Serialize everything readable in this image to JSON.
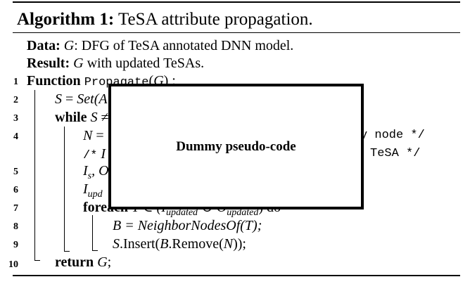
{
  "algorithm": {
    "label": "Algorithm 1:",
    "title": "TeSA attribute propagation.",
    "data_keyword": "Data:",
    "data_var": "G",
    "data_text": ": DFG of TeSA annotated DNN model.",
    "result_keyword": "Result:",
    "result_var": "G",
    "result_text": " with updated TeSAs.",
    "lines": [
      {
        "num": "1",
        "kw": "Function",
        "code": "Propagate",
        "paren_open": "(",
        "var": "G",
        "rest": ") :"
      },
      {
        "num": "2",
        "var": "S",
        "eq": " = ",
        "fn": "Set(A"
      },
      {
        "num": "3",
        "kw": "while",
        "var": " S ",
        "sym": "≠"
      },
      {
        "num": "4",
        "var": "N",
        "eq": " =",
        "comment_end": "y node */"
      },
      {
        "num": "",
        "comment_start": "/*",
        "ital": "I",
        "comment_end": "TeSA   */"
      },
      {
        "num": "5",
        "var": "I",
        "sub": "s",
        "rest": ", O"
      },
      {
        "num": "6",
        "var": "I",
        "sub": "upd"
      },
      {
        "num": "7",
        "kw": "foreach",
        "var_partial": "T ∈ (I",
        "sub1": "updated",
        "union": " ∪ O",
        "sub2": "updated",
        "close": ") do"
      },
      {
        "num": "8",
        "text": "B = NeighborNodesOf(T);"
      },
      {
        "num": "9",
        "text_pre": "S",
        "text_mid": ".Insert(",
        "text_var1": "B",
        "text_mid2": ".Remove(",
        "text_var2": "N",
        "text_end": "));"
      },
      {
        "num": "10",
        "kw": "return",
        "var": " G",
        "rest": ";"
      }
    ]
  },
  "overlay": {
    "label": "Dummy pseudo-code"
  }
}
